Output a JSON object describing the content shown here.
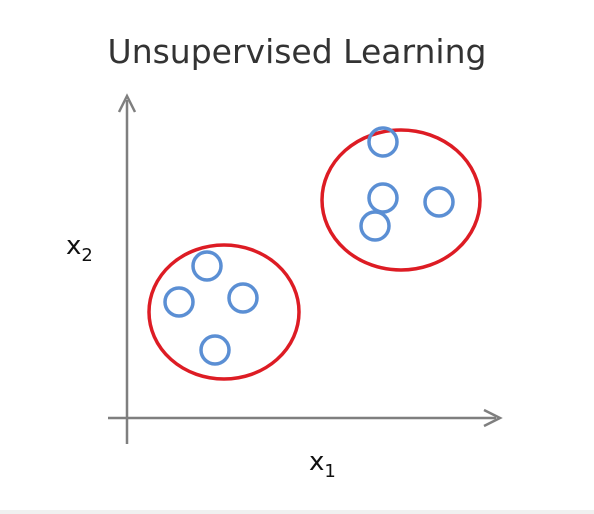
{
  "title": "Unsupervised Learning",
  "axes": {
    "x_label": "x",
    "x_subscript": "1",
    "y_label": "x",
    "y_subscript": "2",
    "axis_color": "#7f7f7f"
  },
  "colors": {
    "point_stroke": "#5b8fd4",
    "cluster_stroke": "#dd1c24",
    "background": "#ffffff"
  },
  "clusters": [
    {
      "name": "lower-left",
      "points": [
        {
          "x": 2.0,
          "y": 3.8
        },
        {
          "x": 1.3,
          "y": 2.9
        },
        {
          "x": 2.9,
          "y": 3.0
        },
        {
          "x": 2.2,
          "y": 1.7
        }
      ]
    },
    {
      "name": "upper-right",
      "points": [
        {
          "x": 6.4,
          "y": 6.9
        },
        {
          "x": 6.4,
          "y": 5.5
        },
        {
          "x": 7.8,
          "y": 5.4
        },
        {
          "x": 6.2,
          "y": 4.8
        }
      ]
    }
  ]
}
